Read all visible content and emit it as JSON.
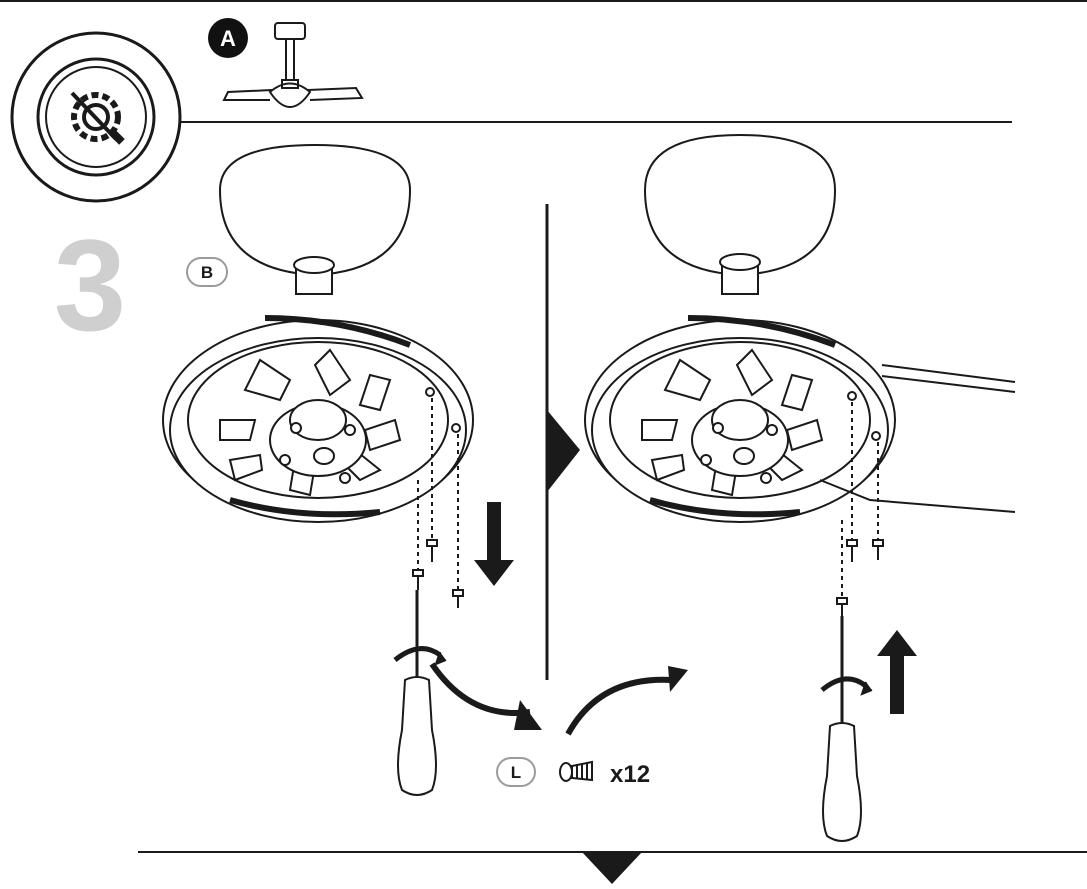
{
  "header": {
    "part_a_label": "A",
    "tool_icon": "gear-screwdriver-icon"
  },
  "step": {
    "number": "3"
  },
  "parts": {
    "b_label": "B",
    "l_label": "L",
    "screw_icon": "screw-icon",
    "screw_count": "x12"
  },
  "colors": {
    "line": "#1a1a1a",
    "step_number": "#cfcfcf",
    "badge_fill": "#111111",
    "badge_text": "#ffffff",
    "label_border": "#9a9a9a"
  }
}
